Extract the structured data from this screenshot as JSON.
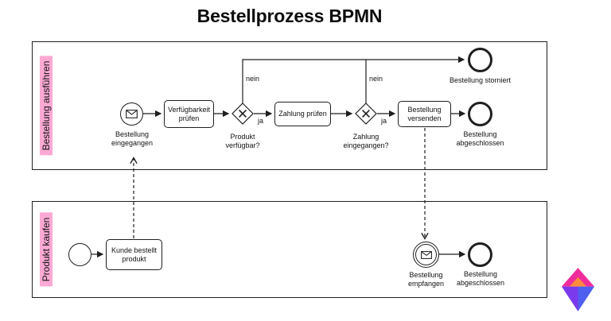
{
  "title": "Bestellprozess BPMN",
  "lanes": {
    "top": {
      "label": "Bestellung ausführen"
    },
    "bottom": {
      "label": "Produkt kaufen"
    }
  },
  "nodes": {
    "start_received": "Bestellung eingegangen",
    "check_availability": "Verfügbarkeit prüfen",
    "product_available": "Produkt verfügbar?",
    "check_payment": "Zahlung prüfen",
    "payment_received": "Zahlung eingegangen?",
    "ship_order": "Bestellung versenden",
    "order_cancelled": "Bestellung storniert",
    "order_completed_top": "Bestellung abgeschlossen",
    "customer_orders": "Kunde bestellt produkt",
    "receive_order": "Bestellung empfangen",
    "order_completed_bottom": "Bestellung abgeschlossen"
  },
  "edge_labels": {
    "yes_availability": "ja",
    "no_availability": "nein",
    "yes_payment": "ja",
    "no_payment": "nein"
  },
  "colors": {
    "lane_highlight": "#fba9d4",
    "stroke": "#1f1f1f",
    "logo_pink": "#ef2d9a",
    "logo_orange": "#ff8a3d",
    "logo_purple": "#7c3aed",
    "logo_blue": "#4f5ff0"
  }
}
